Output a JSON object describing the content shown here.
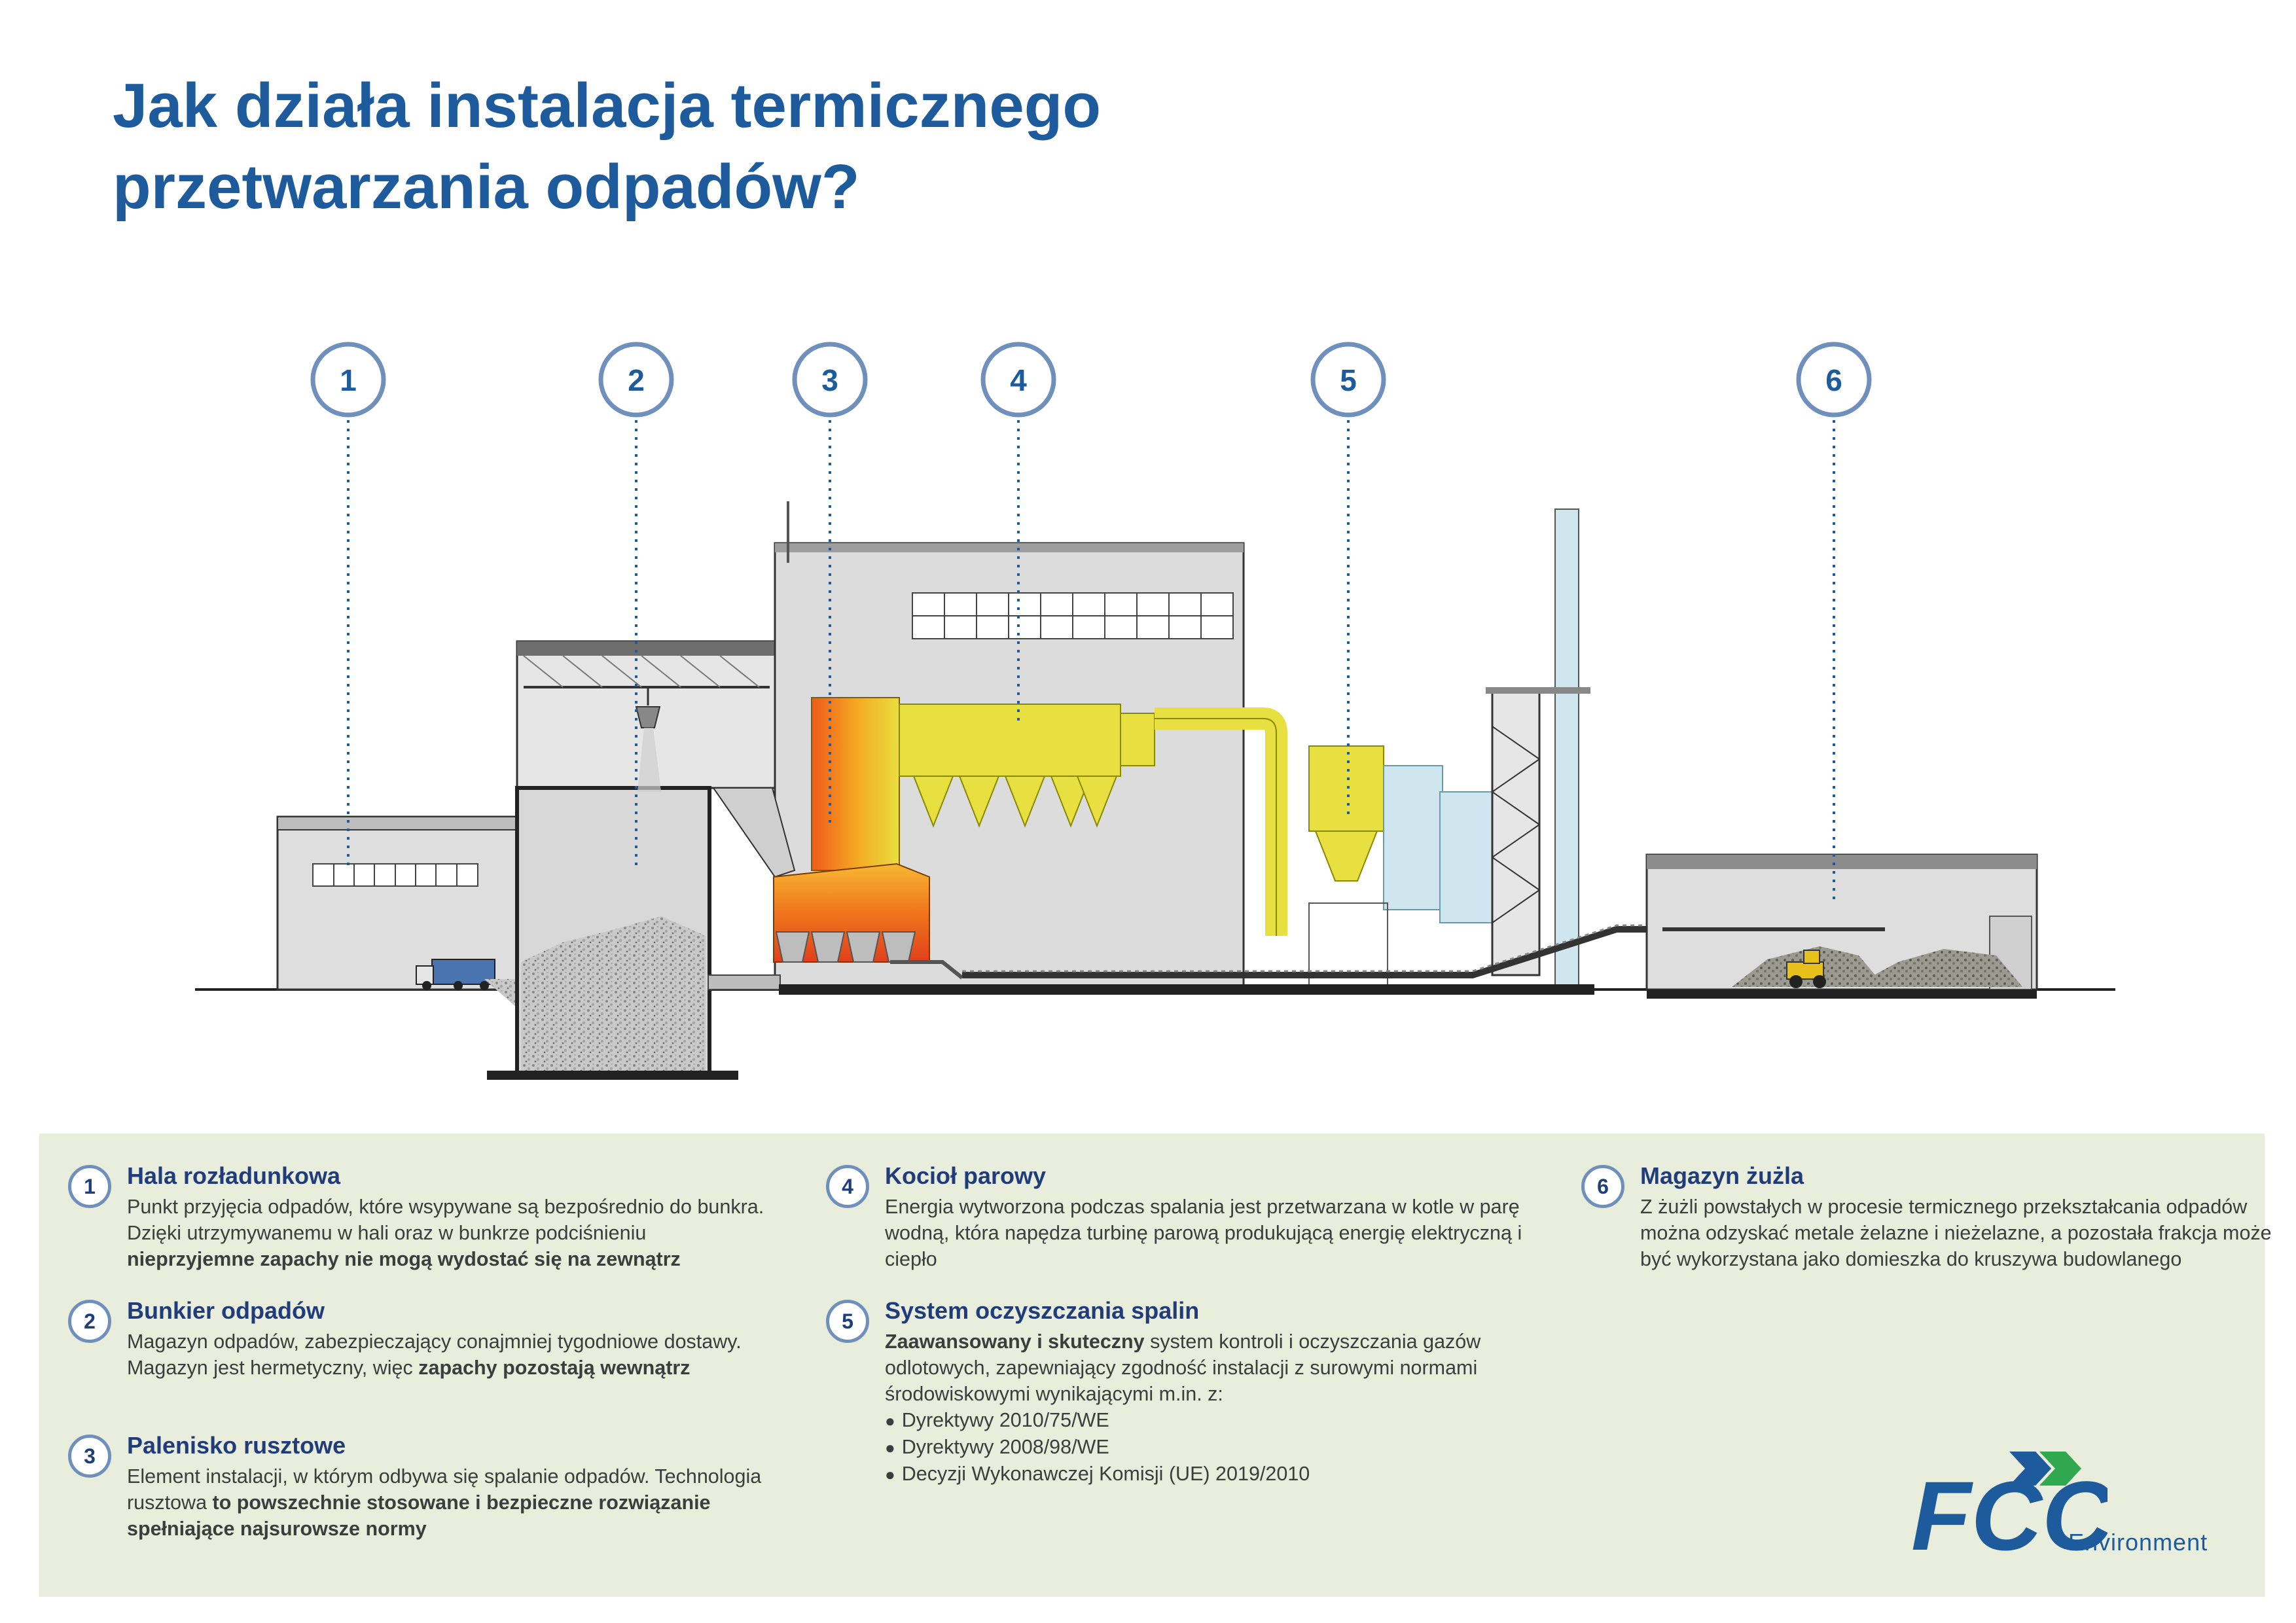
{
  "title": {
    "line1": "Jak działa instalacja termicznego",
    "line2": "przetwarzania odpadów?"
  },
  "markers": [
    "1",
    "2",
    "3",
    "4",
    "5",
    "6"
  ],
  "steps": [
    {
      "number": "1",
      "title": "Hala rozładunkowa",
      "text": "Punkt przyjęcia odpadów, które wsypywane są bezpośrednio do bunkra. Dzięki utrzymywanemu w hali oraz w bunkrze podciśnieniu",
      "bold": "nieprzyjemne zapachy nie mogą wydostać się na zewnątrz"
    },
    {
      "number": "2",
      "title": "Bunkier odpadów",
      "text": "Magazyn odpadów, zabezpieczający conajmniej tygodniowe dostawy. Magazyn jest hermetyczny, więc",
      "bold": "zapachy pozostają wewnątrz"
    },
    {
      "number": "3",
      "title": "Palenisko rusztowe",
      "text": "Element instalacji, w którym odbywa się spalanie odpadów. Technologia rusztowa",
      "bold": "to powszechnie stosowane i bezpieczne rozwiązanie spełniające najsurowsze normy"
    },
    {
      "number": "4",
      "title": "Kocioł parowy",
      "text": "Energia wytworzona podczas spalania jest przetwarzana w kotle w parę wodną, która napędza turbinę parową produkującą energię elektryczną i ciepło"
    },
    {
      "number": "5",
      "title": "System oczyszczania spalin",
      "bold_lead": "Zaawansowany i skuteczny",
      "text": "system kontroli i oczyszczania gazów odlotowych, zapewniający zgodność instalacji z surowymi normami środowiskowymi wynikającymi m.in. z:",
      "bullets": [
        "Dyrektywy 2010/75/WE",
        "Dyrektywy 2008/98/WE",
        "Decyzji Wykonawczej Komisji (UE) 2019/2010"
      ]
    },
    {
      "number": "6",
      "title": "Magazyn żużla",
      "text": "Z żużli powstałych w procesie termicznego przekształcania odpadów można odzyskać metale żelazne i nieżelazne, a pozostała frakcja może być wykorzystana jako domieszka do kruszywa budowlanego"
    }
  ],
  "logo": {
    "letters": "FCC",
    "word": "Environment"
  },
  "colors": {
    "title_blue": "#1d5b9c",
    "marker_border": "#6f8fbc",
    "panel_bg": "#e9eedc",
    "building_gray": "#dedede",
    "boiler_yellow": "#e8e040",
    "fire_orange": "#f08a1c",
    "flue_blue": "#cfe6ef",
    "logo_green": "#2fa84f"
  }
}
